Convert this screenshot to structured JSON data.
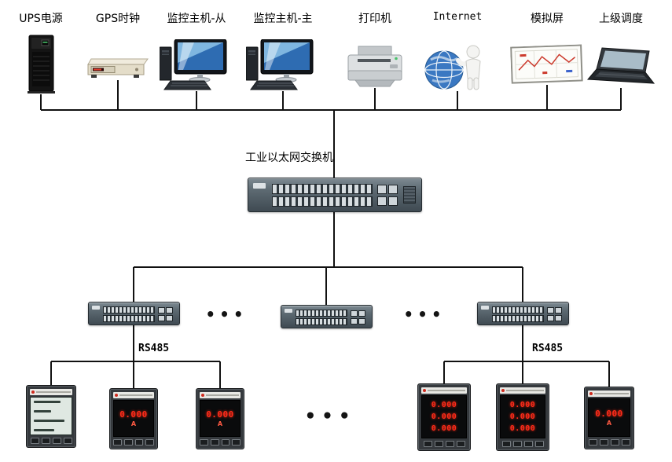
{
  "top_row": {
    "devices": [
      {
        "label": "UPS电源"
      },
      {
        "label": "GPS时钟"
      },
      {
        "label": "监控主机-从"
      },
      {
        "label": "监控主机-主"
      },
      {
        "label": "打印机"
      },
      {
        "label": "Internet"
      },
      {
        "label": "模拟屏"
      },
      {
        "label": "上级调度"
      }
    ]
  },
  "backbone": {
    "switch_label": "工业以太网交换机"
  },
  "distribution": {
    "ellipsis_left": "•••",
    "ellipsis_right": "•••"
  },
  "field": {
    "rs485_left": "RS485",
    "rs485_right": "RS485",
    "ellipsis_bottom": "•••",
    "meters_left": [
      {
        "kind": "lcd"
      },
      {
        "kind": "led",
        "value": "0.000",
        "unit": "A"
      },
      {
        "kind": "led",
        "value": "0.000",
        "unit": "A"
      }
    ],
    "meters_right": [
      {
        "kind": "led3",
        "rows": [
          "0.000",
          "0.000",
          "0.000"
        ]
      },
      {
        "kind": "led3",
        "rows": [
          "0.000",
          "0.000",
          "0.000"
        ]
      },
      {
        "kind": "led",
        "value": "0.000",
        "unit": "A"
      }
    ]
  },
  "colors": {
    "wire": "#111111",
    "led_red": "#ff2b1a",
    "screen_blue": "#2e6cb2"
  }
}
